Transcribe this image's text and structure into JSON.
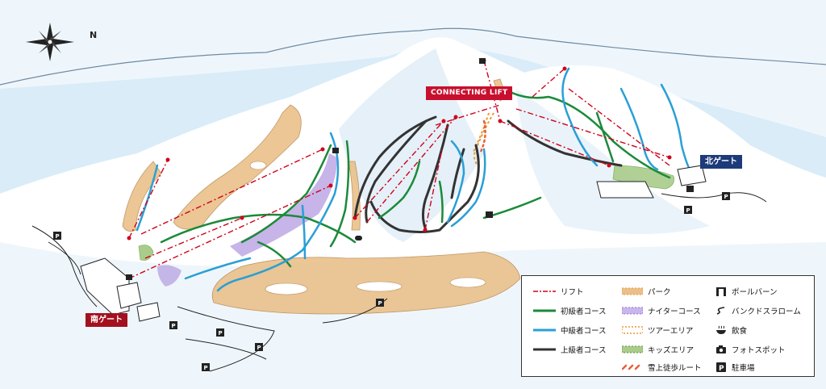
{
  "map": {
    "connecting_lift_label": "CONNECTING LIFT",
    "north_gate_label": "北ゲート",
    "south_gate_label": "南ゲート",
    "compass_label": "N",
    "colors": {
      "sky": "#d9ecf8",
      "snow": "#ffffff",
      "lift": "#d0021b",
      "beginner": "#1b8a3a",
      "intermediate": "#2a9fd6",
      "advanced": "#333333",
      "park": "#e8b066",
      "night": "#9b6fd1",
      "tour": "#f0962e",
      "kids": "#7cae5a",
      "snowshoe": "#e8613a",
      "north_gate": "#1d3a7a",
      "south_gate": "#a3111f"
    },
    "legend": {
      "col1": [
        {
          "label": "リフト",
          "icon": "lift-line"
        },
        {
          "label": "初級者コース",
          "icon": "beginner-line"
        },
        {
          "label": "中級者コース",
          "icon": "intermediate-line"
        },
        {
          "label": "上級者コース",
          "icon": "advanced-line"
        }
      ],
      "col2": [
        {
          "label": "パーク",
          "icon": "park-area"
        },
        {
          "label": "ナイターコース",
          "icon": "night-area"
        },
        {
          "label": "ツアーエリア",
          "icon": "tour-area"
        },
        {
          "label": "キッズエリア",
          "icon": "kids-area"
        },
        {
          "label": "雪上徒歩ルート",
          "icon": "snowshoe-route"
        }
      ],
      "col3": [
        {
          "label": "ポールバーン",
          "icon": "pole-burn-icon"
        },
        {
          "label": "バンクドスラローム",
          "icon": "banked-slalom-icon"
        },
        {
          "label": "飲食",
          "icon": "food-icon"
        },
        {
          "label": "フォトスポット",
          "icon": "camera-icon"
        },
        {
          "label": "駐車場",
          "icon": "parking-icon"
        }
      ]
    }
  }
}
